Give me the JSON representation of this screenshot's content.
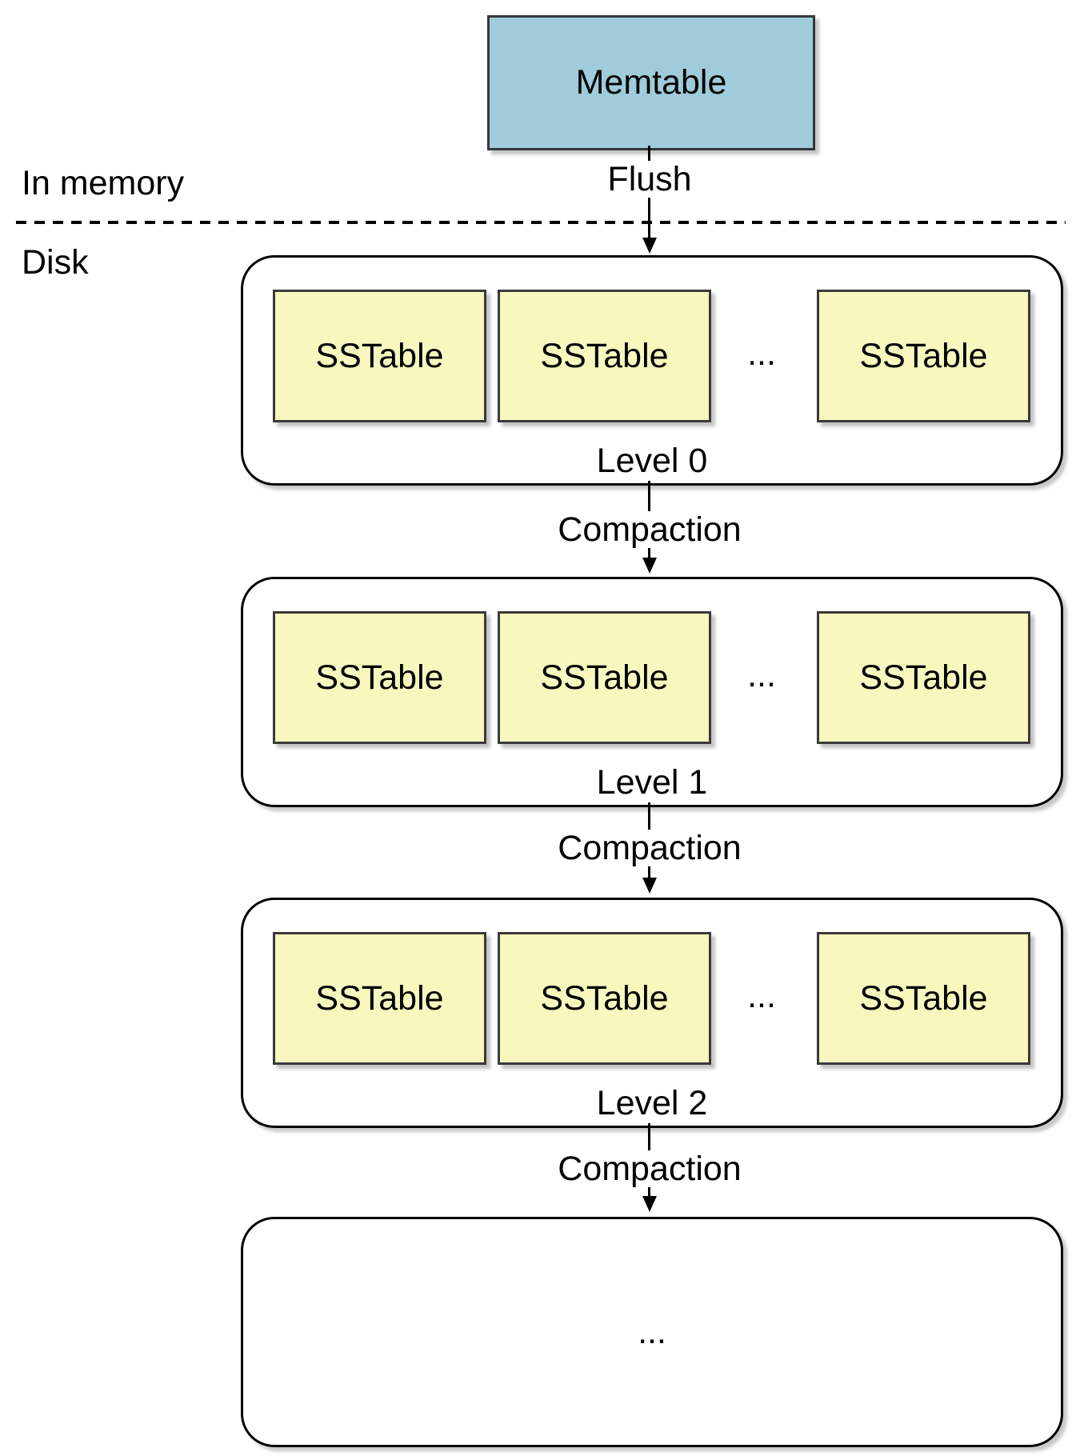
{
  "memtable": {
    "label": "Memtable"
  },
  "flow": {
    "flush_label": "Flush",
    "compaction_labels": [
      "Compaction",
      "Compaction",
      "Compaction"
    ]
  },
  "regions": {
    "memory_label": "In memory",
    "disk_label": "Disk"
  },
  "levels": [
    {
      "label": "Level 0",
      "sstables": [
        "SSTable",
        "SSTable",
        "SSTable"
      ],
      "more": "..."
    },
    {
      "label": "Level 1",
      "sstables": [
        "SSTable",
        "SSTable",
        "SSTable"
      ],
      "more": "..."
    },
    {
      "label": "Level 2",
      "sstables": [
        "SSTable",
        "SSTable",
        "SSTable"
      ],
      "more": "..."
    }
  ],
  "overflow": {
    "label": "..."
  },
  "colors": {
    "memtable_fill": "#A0CBDB",
    "memtable_border": "#32393E",
    "sstable_fill": "#F7F7BE",
    "sstable_border": "#3A3A3A",
    "container_fill": "#FFFFFF",
    "container_border": "#000000",
    "divider": "#000000",
    "text": "#000000"
  }
}
